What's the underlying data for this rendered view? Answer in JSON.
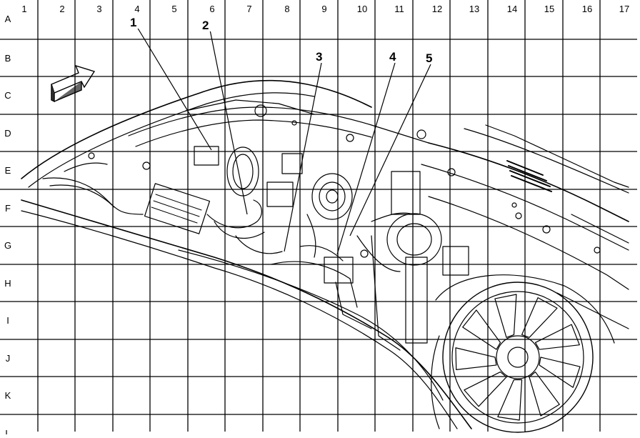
{
  "diagram": {
    "column_labels": [
      "1",
      "2",
      "3",
      "4",
      "5",
      "6",
      "7",
      "8",
      "9",
      "10",
      "11",
      "12",
      "13",
      "14",
      "15",
      "16",
      "17"
    ],
    "row_labels": [
      "A",
      "B",
      "C",
      "D",
      "E",
      "F",
      "G",
      "H",
      "I",
      "J",
      "K",
      "L"
    ],
    "callouts": [
      "1",
      "2",
      "3",
      "4",
      "5"
    ],
    "orientation_arrow": "arrow-icon",
    "colors": {
      "ink": "#000000",
      "paper": "#ffffff"
    }
  }
}
